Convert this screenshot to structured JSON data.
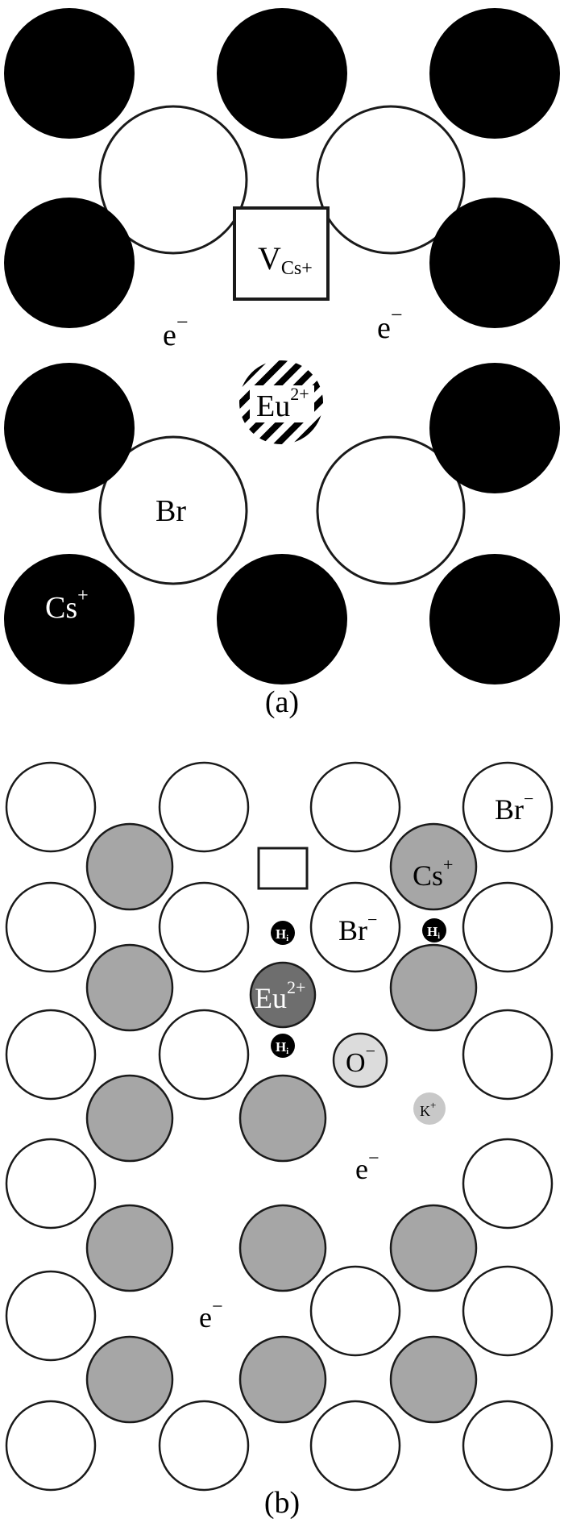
{
  "colors": {
    "cs_a": "#000000",
    "br_a": "#ffffff",
    "cs_b": "#a6a6a6",
    "eu_b": "#6e6e6e",
    "o_b": "#dcdcdc",
    "k_b": "#c8c8c8",
    "hi": "#000000",
    "stroke": "#1a1a1a"
  },
  "panel_a": {
    "caption": "(a)",
    "vacancy_label": "V",
    "vacancy_sub": "Cs+",
    "electron_left": "e",
    "electron_right": "e",
    "electron_sign": "−",
    "eu_label": "Eu",
    "eu_charge": "2+",
    "br_label": "Br",
    "cs_label": "Cs",
    "cs_charge": "+"
  },
  "panel_b": {
    "caption": "(b)",
    "br_label": "Br",
    "br_charge": "−",
    "cs_label": "Cs",
    "cs_charge": "+",
    "eu_label": "Eu",
    "eu_charge": "2+",
    "o_label": "O",
    "o_charge": "−",
    "k_label": "K",
    "k_charge": "+",
    "hi_label": "H",
    "hi_sub": "i",
    "electron": "e",
    "electron_sign": "−"
  }
}
